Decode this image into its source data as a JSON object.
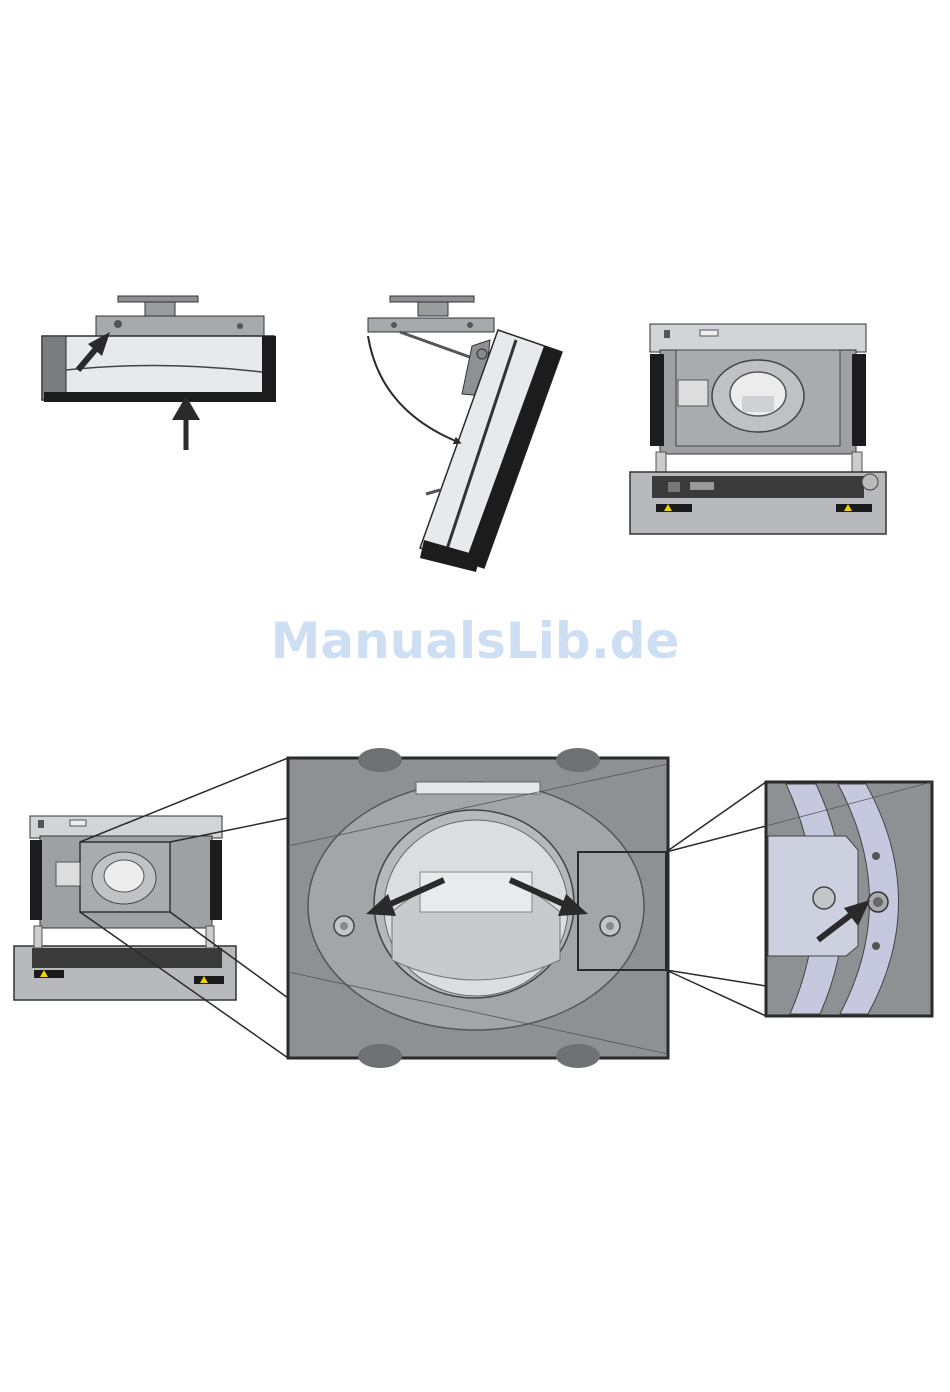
{
  "watermark": "ManualsLib.de",
  "figure": {
    "steps": [
      {
        "id": "step-1",
        "description_icons": [
          "push-arrow-icon",
          "release-arrow-icon"
        ]
      },
      {
        "id": "step-2",
        "description_icons": [
          "swing-arc-icon"
        ]
      },
      {
        "id": "step-3",
        "description_icons": []
      },
      {
        "id": "step-4",
        "description_icons": [
          "detail-arrow-left-icon",
          "detail-arrow-right-icon",
          "screw-arrow-icon"
        ]
      }
    ],
    "colors": {
      "metal": "#a9abae",
      "dark_metal": "#6e7073",
      "panel": "#e4e6ea",
      "black": "#1a1a1a",
      "outline": "#2a2a2a"
    }
  }
}
